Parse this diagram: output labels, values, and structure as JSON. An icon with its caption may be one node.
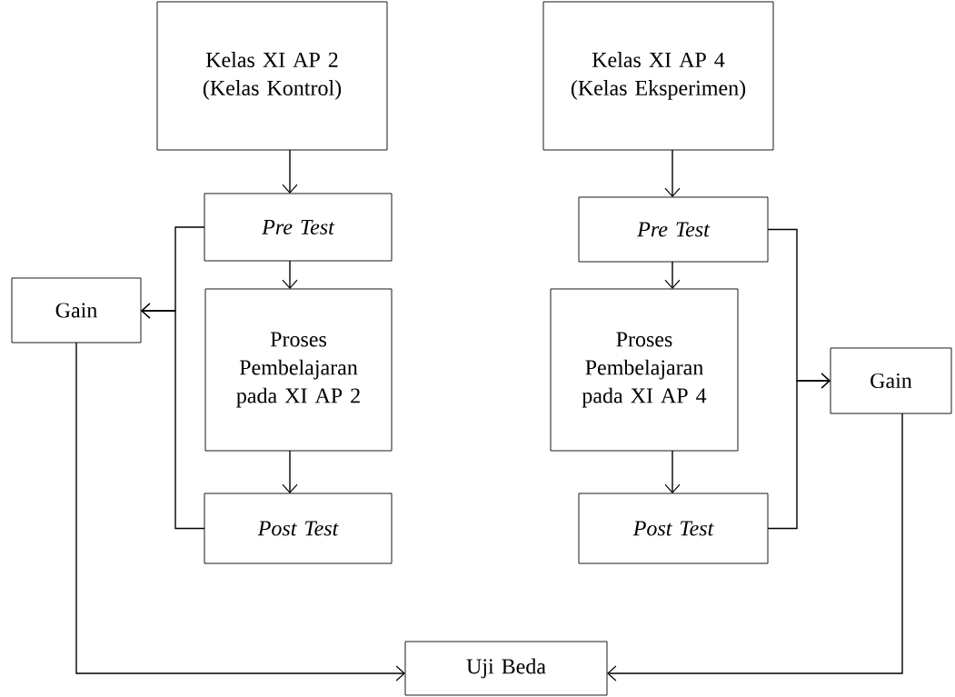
{
  "diagram": {
    "nodes": [
      {
        "text": [
          "Kelas XI AP 2 (Kelas Kontrol)"
        ]
      },
      {
        "text": [
          "Pre Test"
        ]
      },
      {
        "text": [
          "Proses Pembelajaran pada XI AP 2"
        ]
      },
      {
        "text": [
          "Post Test"
        ]
      },
      {
        "text": [
          "Gain"
        ]
      },
      {
        "text": [
          "Kelas XI AP 4 (Kelas Eksperimen)"
        ]
      },
      {
        "text": [
          "Pre Test"
        ]
      },
      {
        "text": [
          "Proses Pembelajaran pada XI AP 4"
        ]
      },
      {
        "text": [
          "Post Test"
        ]
      },
      {
        "text": [
          "Gain"
        ]
      },
      {
        "text": [
          "Uji Beda"
        ]
      }
    ],
    "edges": [
      {
        "from": 0,
        "to": 1,
        "arrow": "to"
      },
      {
        "from": 1,
        "to": 2,
        "arrow": "to"
      },
      {
        "from": 2,
        "to": 3,
        "arrow": "to"
      },
      {
        "from": 1,
        "to": 4,
        "arrow": "to"
      },
      {
        "from": 3,
        "to": 4,
        "arrow": "to"
      },
      {
        "from": 5,
        "to": 6,
        "arrow": "to"
      },
      {
        "from": 6,
        "to": 7,
        "arrow": "to"
      },
      {
        "from": 7,
        "to": 8,
        "arrow": "to"
      },
      {
        "from": 6,
        "to": 9,
        "arrow": "to"
      },
      {
        "from": 8,
        "to": 9,
        "arrow": "to"
      },
      {
        "from": 4,
        "to": 10,
        "arrow": "to"
      },
      {
        "from": 9,
        "to": 10,
        "arrow": "to"
      }
    ]
  }
}
